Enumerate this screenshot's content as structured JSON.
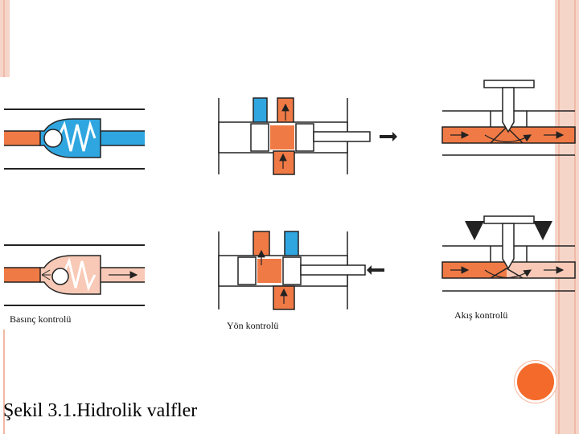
{
  "labels": {
    "pressure": "Basınç kontrolü",
    "direction": "Yön kontrolü",
    "flow": "Akış kontrolü"
  },
  "caption": "Şekil 3.1.Hidrolik valfler",
  "colors": {
    "blue": "#2fa6e0",
    "orange": "#f07a45",
    "pink": "#f8c9b6",
    "outline": "#222222",
    "accent": "#f46a2a"
  }
}
